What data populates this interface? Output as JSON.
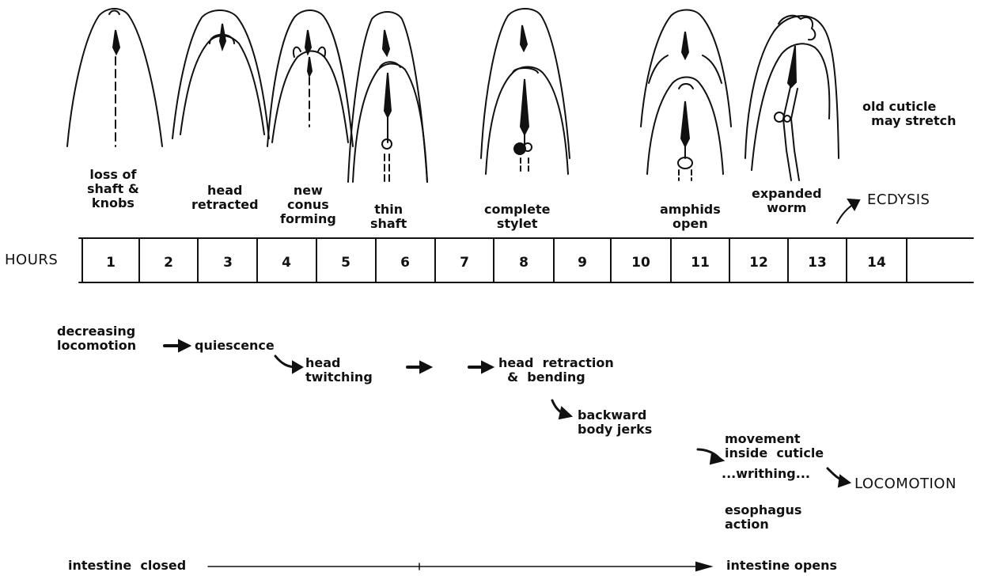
{
  "timeline": {
    "axis_label": "HOURS",
    "hours": [
      "1",
      "2",
      "3",
      "4",
      "5",
      "6",
      "7",
      "8",
      "9",
      "10",
      "11",
      "12",
      "13",
      "14"
    ]
  },
  "stages": [
    {
      "id": "loss",
      "label": "loss of\nshaft &\nknobs"
    },
    {
      "id": "head_retracted",
      "label": "head\nretracted"
    },
    {
      "id": "new_conus",
      "label": "new\nconus\nforming"
    },
    {
      "id": "thin_shaft",
      "label": "thin\nshaft"
    },
    {
      "id": "complete_stylet",
      "label": "complete\nstylet"
    },
    {
      "id": "amphids",
      "label": "amphids\nopen"
    },
    {
      "id": "expanded",
      "label": "expanded\nworm"
    }
  ],
  "ecdysis": "ECDYSIS",
  "cuticle_note": "old cuticle\n  may stretch",
  "behaviors": {
    "decreasing": "decreasing\nlocomotion",
    "quiescence": "quiescence",
    "twitching": "head\ntwitching",
    "retraction": "head  retraction\n  &  bending",
    "jerks": "backward\nbody jerks",
    "movement": "movement\ninside  cuticle",
    "writhing": "...writhing...",
    "locomotion": "LOCOMOTION",
    "esophagus": "esophagus\naction"
  },
  "intestine": {
    "start": "intestine  closed",
    "end": "intestine opens"
  }
}
